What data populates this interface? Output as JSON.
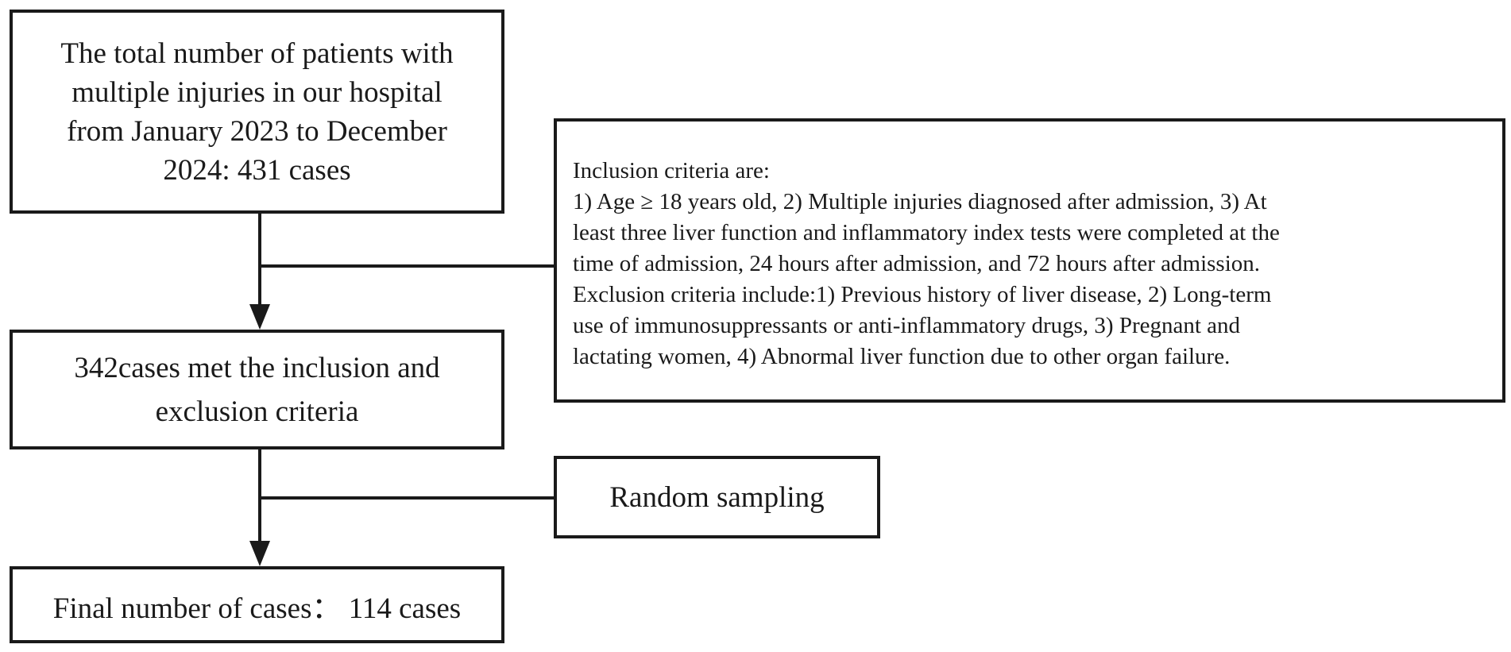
{
  "nodes": {
    "total": {
      "lines": [
        "The total number of patients with",
        "multiple injuries in our hospital",
        "from January 2023 to December",
        "2024: 431 cases"
      ]
    },
    "criteria": {
      "lines": [
        "Inclusion criteria are:",
        "1) Age ≥ 18 years old, 2) Multiple injuries diagnosed after admission, 3) At",
        "least three liver function and inflammatory index tests were completed at the",
        "time of admission, 24 hours after admission, and 72 hours after admission.",
        "Exclusion criteria include:1) Previous history of liver disease, 2) Long-term",
        "use of immunosuppressants or anti-inflammatory drugs, 3) Pregnant and",
        "lactating women, 4) Abnormal liver function due to other organ failure."
      ]
    },
    "met": {
      "lines": [
        "342cases met the inclusion and",
        "exclusion criteria"
      ]
    },
    "random": {
      "label": "Random sampling"
    },
    "final": {
      "label": "Final number of cases： 114 cases"
    }
  },
  "edges": [
    {
      "from": "total",
      "to": "met",
      "type": "arrow"
    },
    {
      "from": "criteria",
      "to": "total-met-edge",
      "type": "line"
    },
    {
      "from": "met",
      "to": "final",
      "type": "arrow"
    },
    {
      "from": "random",
      "to": "met-final-edge",
      "type": "line"
    }
  ],
  "colors": {
    "stroke": "#1a1a1a",
    "background": "#ffffff"
  }
}
